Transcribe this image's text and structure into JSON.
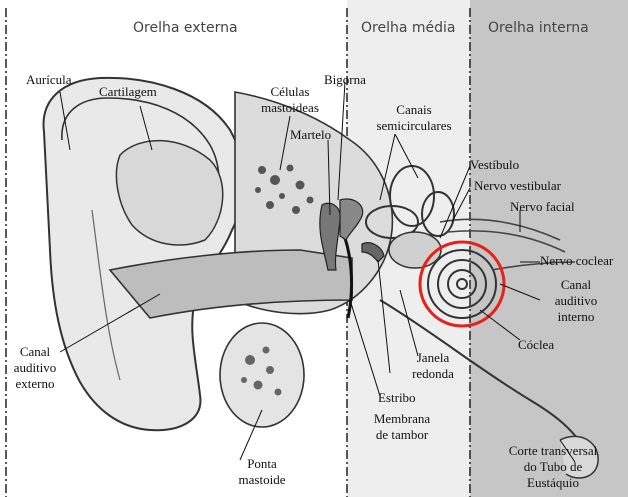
{
  "sections": {
    "external": "Orelha externa",
    "middle": "Orelha média",
    "internal": "Orelha interna"
  },
  "labels": {
    "auricula": "Aurícula",
    "cartilagem": "Cartilagem",
    "celulas": [
      "Células",
      "mastoideas"
    ],
    "bigorna": "Bigorna",
    "martelo": "Martelo",
    "canais": [
      "Canais",
      "semicirculares"
    ],
    "vestibulo": "Vestíbulo",
    "nervo_vestibular": "Nervo vestibular",
    "nervo_facial": "Nervo facial",
    "nervo_coclear": "Nervo coclear",
    "canal_interno": [
      "Canal",
      "auditivo",
      "interno"
    ],
    "coclea": "Cóclea",
    "canal_externo": [
      "Canal",
      "auditivo",
      "externo"
    ],
    "janela": [
      "Janela",
      "redonda"
    ],
    "estribo": "Estribo",
    "membrana": [
      "Membrana",
      "de tambor"
    ],
    "ponta": [
      "Ponta",
      "mastoide"
    ],
    "tubo": [
      "Corte transversal",
      "do Tubo de",
      "Eustáquio"
    ]
  },
  "colors": {
    "middle_bg": "#eeeeee",
    "internal_bg": "#c6c6c6",
    "highlight": "#e8201a"
  }
}
